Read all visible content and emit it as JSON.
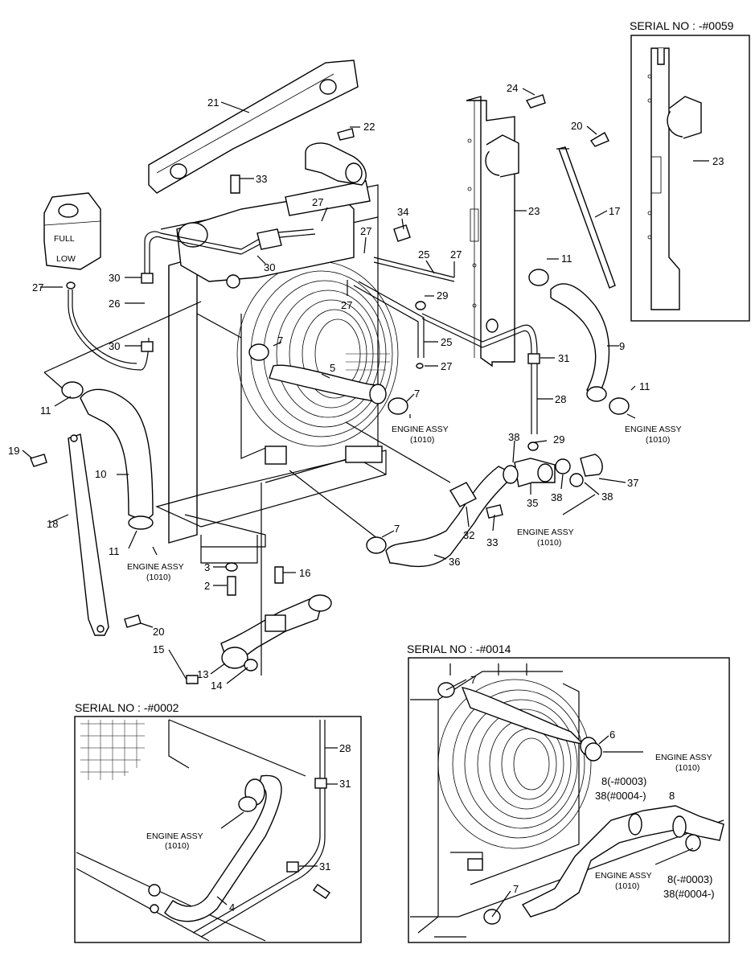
{
  "serial_labels": {
    "top_right": "SERIAL NO : -#0059",
    "bottom_left": "SERIAL NO : -#0002",
    "bottom_right": "SERIAL NO : -#0014"
  },
  "callouts": {
    "engine_assy": "ENGINE ASSY",
    "engine_assy_code": "(1010)",
    "note_8a": "8(-#0003)",
    "note_38a": "38(#0004-)",
    "note_8b": "8(-#0003)",
    "note_38b": "38(#0004-)"
  },
  "part_numbers": {
    "p2": "2",
    "p3": "3",
    "p4": "4",
    "p5": "5",
    "p6": "6",
    "p7": "7",
    "p8": "8",
    "p9": "9",
    "p10": "10",
    "p11": "11",
    "p13": "13",
    "p14": "14",
    "p15": "15",
    "p16": "16",
    "p17": "17",
    "p18": "18",
    "p19": "19",
    "p20": "20",
    "p21": "21",
    "p22": "22",
    "p23": "23",
    "p24": "24",
    "p25": "25",
    "p26": "26",
    "p27": "27",
    "p28": "28",
    "p29": "29",
    "p30": "30",
    "p31": "31",
    "p32": "32",
    "p33": "33",
    "p34": "34",
    "p35": "35",
    "p36": "36",
    "p37": "37",
    "p38": "38"
  },
  "reservoir_text": [
    "FULL",
    "LOW"
  ]
}
